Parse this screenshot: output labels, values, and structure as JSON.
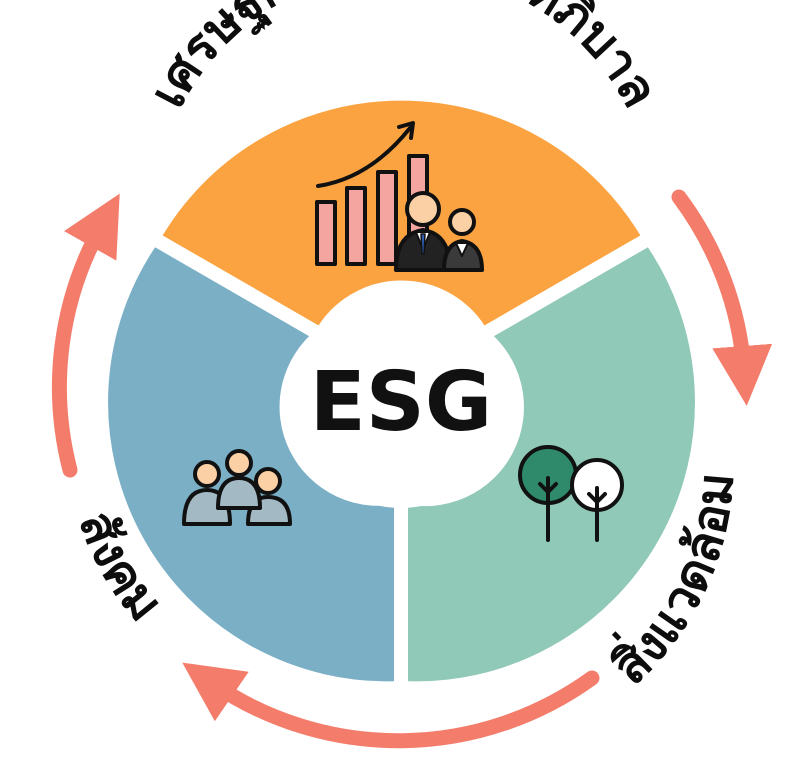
{
  "center": {
    "label": "ESG"
  },
  "segments": [
    {
      "key": "governance",
      "label": "เศรษฐกิจและบรรษัทภิบาล",
      "color": "#fba341",
      "icon": "business-growth-icon"
    },
    {
      "key": "environment",
      "label": "สิ่งแวดล้อม",
      "color": "#90c9b7",
      "icon": "trees-icon"
    },
    {
      "key": "social",
      "label": "สังคม",
      "color": "#7aafc6",
      "icon": "people-group-icon"
    }
  ],
  "arrow_color": "#f47c6b",
  "cycle_direction": "clockwise"
}
